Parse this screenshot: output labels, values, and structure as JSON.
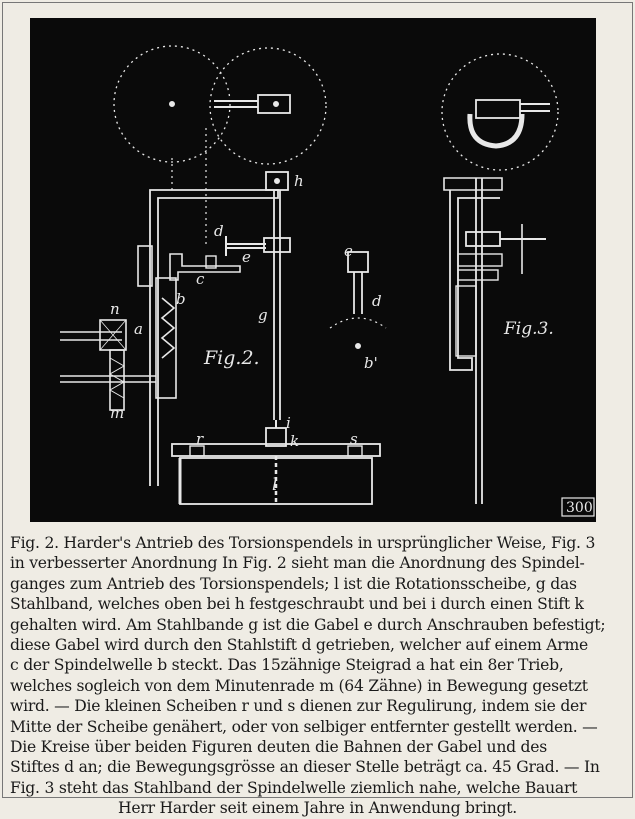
{
  "figure": {
    "labels": {
      "h": "h",
      "d": "d",
      "e": "e",
      "c": "c",
      "n": "n",
      "a": "a",
      "b": "b",
      "g": "g",
      "m": "m",
      "i": "i",
      "k": "k",
      "r": "r",
      "s": "s",
      "l": "l",
      "e2": "e",
      "d2": "d",
      "b2": "b'"
    },
    "fig2_label": "Fig.2.",
    "fig3_label": "Fig.3.",
    "plate_number": "300"
  },
  "caption": {
    "lines": [
      "Fig. 2. Harder's Antrieb des Torsionspendels in ursprünglicher Weise, Fig. 3",
      "in verbesserter Anordnung In Fig. 2 sieht man die Anordnung des Spindel-",
      "ganges zum Antrieb des Torsionspendels; l ist die Rotationsscheibe, g das",
      "Stahlband, welches oben bei h festgeschraubt und bei i durch einen Stift k",
      "gehalten wird. Am Stahlbande g ist die Gabel e durch Anschrauben befestigt;",
      "diese Gabel wird durch den Stahlstift d getrieben, welcher auf einem Arme",
      "c der Spindelwelle b steckt. Das 15zähnige Steigrad a hat ein 8er Trieb,",
      "welches sogleich von dem Minutenrade m (64 Zähne) in Bewegung gesetzt",
      "wird. — Die kleinen Scheiben r und s dienen zur Regulirung, indem sie der",
      "Mitte der Scheibe genähert, oder von selbiger entfernter gestellt werden. —",
      "Die Kreise über beiden Figuren deuten die Bahnen der Gabel und des",
      "Stiftes d an; die Bewegungsgrösse an dieser Stelle beträgt ca. 45 Grad. — In",
      "Fig. 3 steht das Stahlband der Spindelwelle ziemlich nahe, welche Bauart",
      "Herr Harder seit einem Jahre in Anwendung bringt."
    ]
  }
}
